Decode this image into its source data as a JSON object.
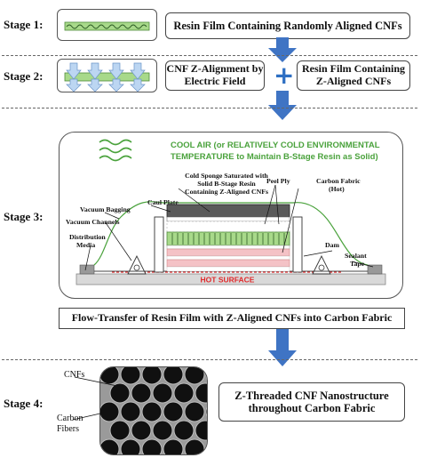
{
  "stages": {
    "s1": "Stage 1:",
    "s2": "Stage 2:",
    "s3": "Stage 3:",
    "s4": "Stage 4:"
  },
  "stage1": {
    "caption": "Resin Film Containing Randomly Aligned CNFs"
  },
  "stage2": {
    "caption_a": "CNF Z-Alignment by Electric Field",
    "plus": "+",
    "caption_b": "Resin Film Containing Z-Aligned CNFs"
  },
  "stage3": {
    "cool_air_line1": "COOL AIR (or RELATIVELY COLD ENVIRONMENTAL",
    "cool_air_line2": "TEMPERATURE to Maintain B-Stage Resin as Solid)",
    "sponge_line1": "Cold Sponge Saturated with",
    "sponge_line2": "Solid B-Stage Resin",
    "sponge_line3": "Containing Z-Aligned CNFs",
    "vacuum_bagging": "Vacuum Bagging",
    "vacuum_channels": "Vacuum Channels",
    "caul_plate": "Caul Plate",
    "distribution_media_1": "Distribution",
    "distribution_media_2": "Media",
    "peel_ply": "Peel Ply",
    "carbon_fabric_1": "Carbon Fabric",
    "carbon_fabric_2": "(Hot)",
    "dam": "Dam",
    "sealant_tape_1": "Sealant",
    "sealant_tape_2": "Tape",
    "hot_surface": "HOT SURFACE",
    "caption": "Flow-Transfer of Resin Film with Z-Aligned CNFs into Carbon Fabric"
  },
  "stage4": {
    "cnfs_label": "CNFs",
    "carbon_label_1": "Carbon",
    "carbon_label_2": "Fibers",
    "caption": "Z-Threaded CNF Nanostructure throughout Carbon Fabric"
  },
  "colors": {
    "arrow_blue": "#3f74c4",
    "cool_air_green": "#4aa23c",
    "hot_surface_red": "#e0292b",
    "cnf_green": "#3f9a3a"
  }
}
